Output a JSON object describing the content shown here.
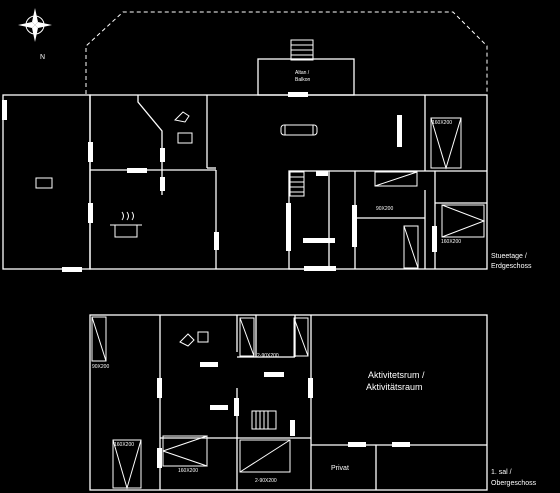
{
  "compass": {
    "north_label": "N"
  },
  "ground_floor": {
    "label_line1": "Stueetage /",
    "label_line2": "Erdgeschoss",
    "terrace_line1": "Altan /",
    "terrace_line2": "Balkon",
    "bed_sizes": [
      "160X200",
      "90X200",
      "160X200"
    ]
  },
  "first_floor": {
    "label_line1": "1. sal /",
    "label_line2": "Obergeschoss",
    "activity_line1": "Aktivitetsrum /",
    "activity_line2": "Aktivitätsraum",
    "bed_sizes": [
      "90X200",
      "2-90X200",
      "160X200",
      "160X200",
      "2-90X200"
    ],
    "private_label": "Privat"
  }
}
